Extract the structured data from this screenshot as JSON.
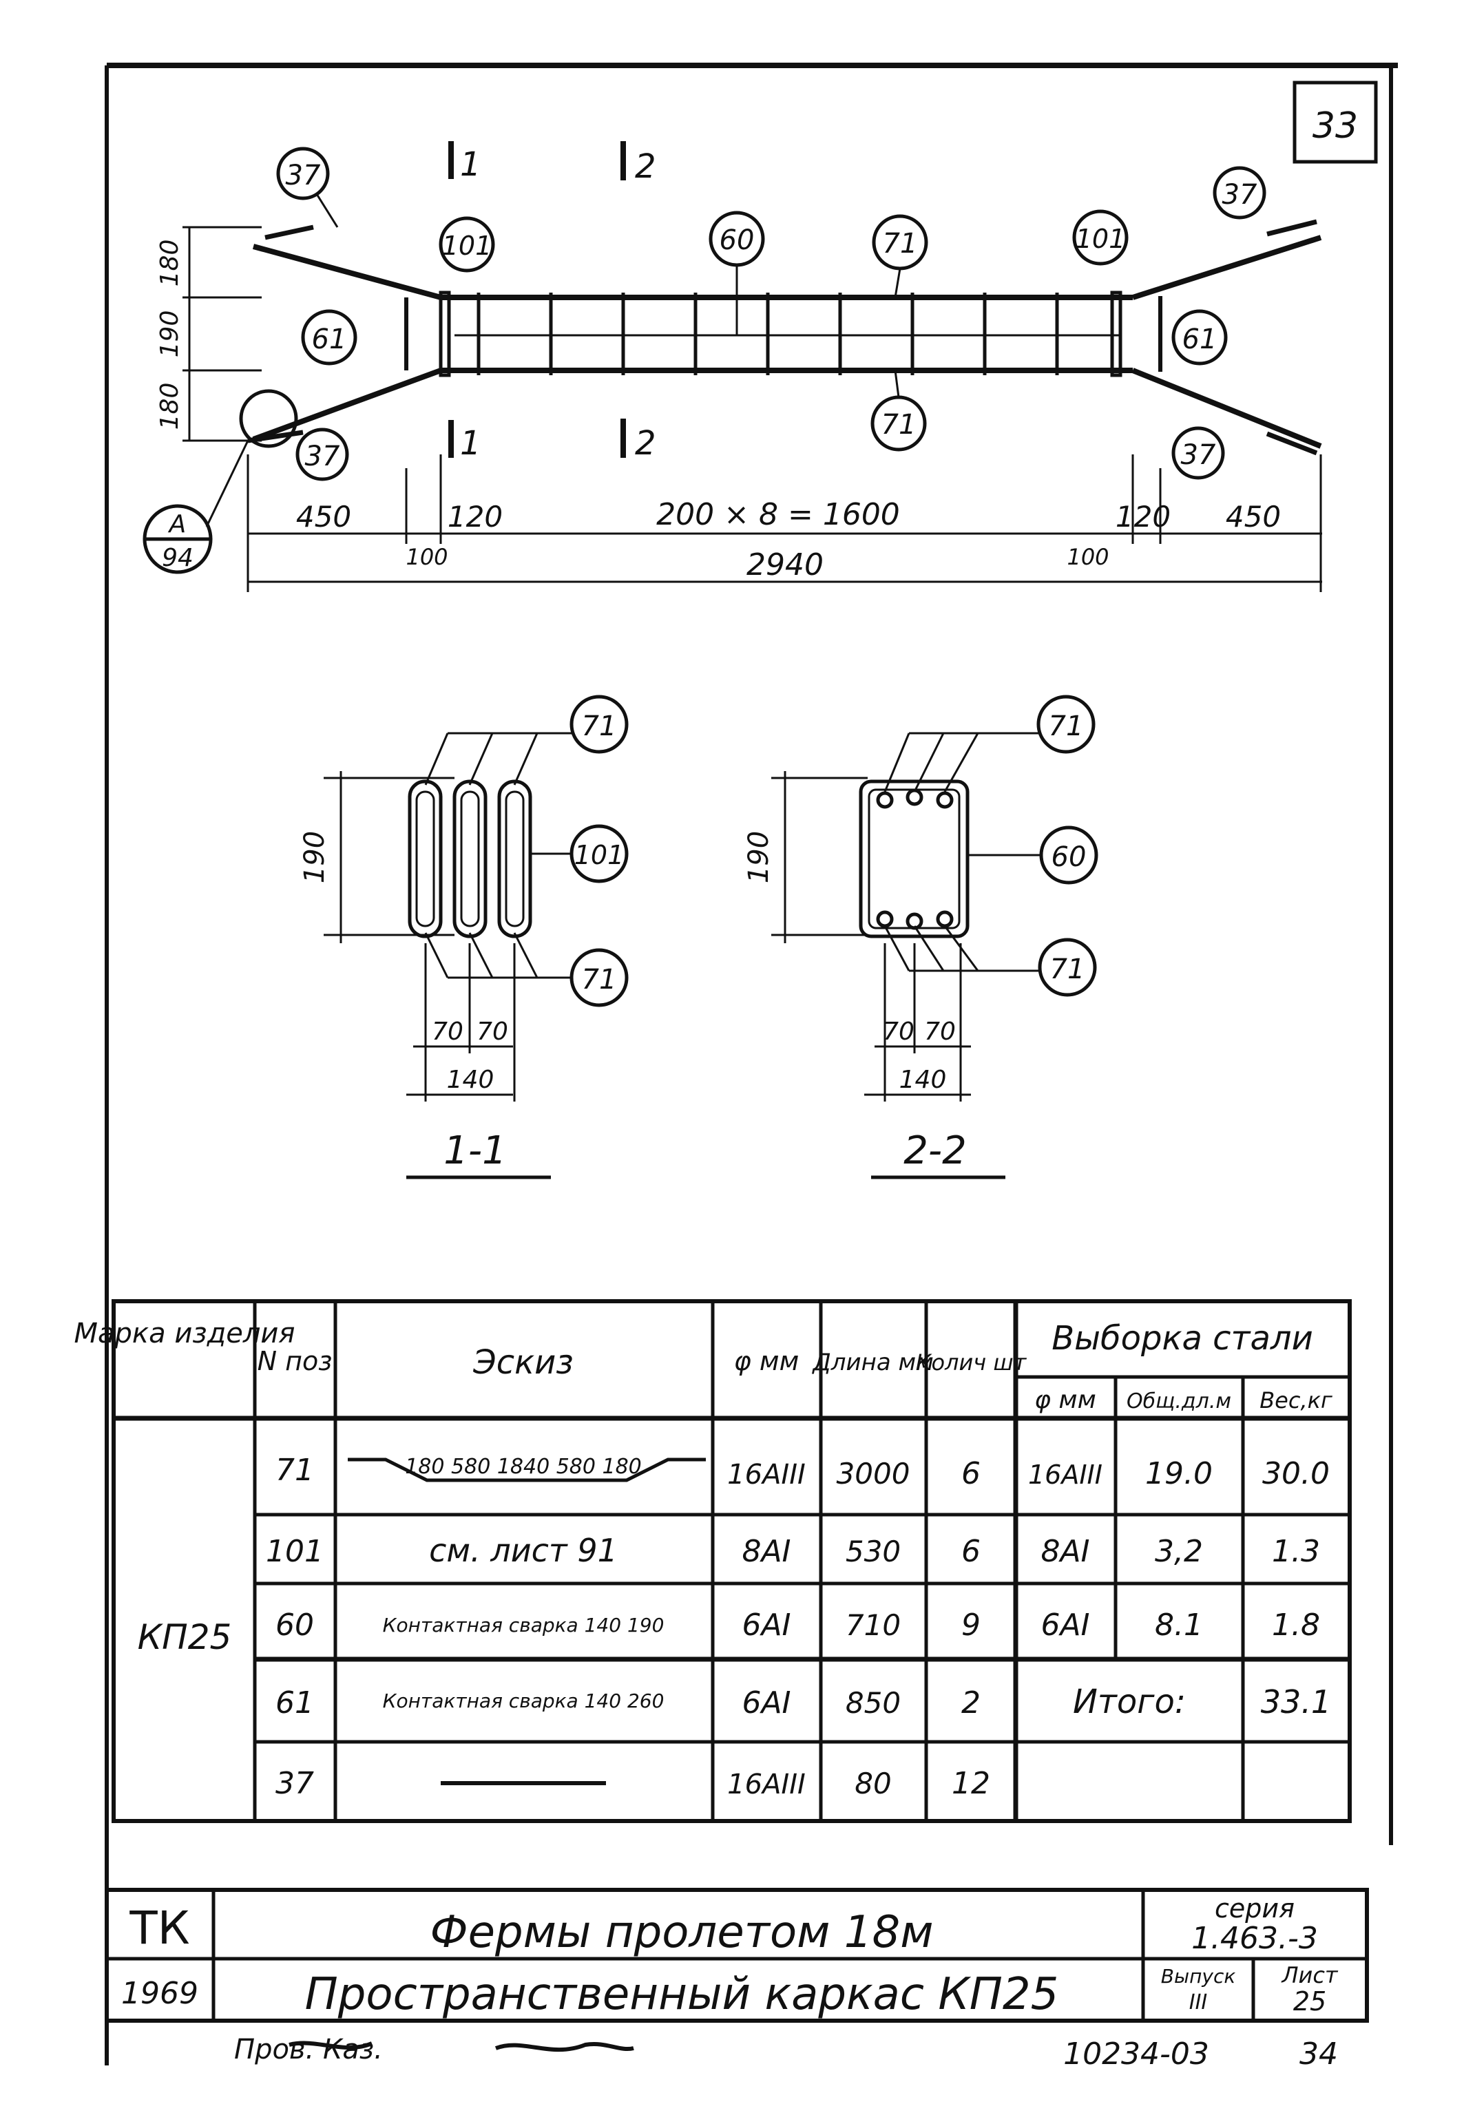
{
  "sheet_number": "33",
  "callouts": {
    "c37": "37",
    "c101": "101",
    "c60": "60",
    "c71": "71",
    "c61": "61"
  },
  "section_marks": {
    "s1": "1",
    "s2": "2"
  },
  "detail_ref": {
    "top": "А",
    "bottom": "94"
  },
  "elevation_dims": {
    "left_end": "450",
    "left_gap": "120",
    "middle": "200 × 8 = 1600",
    "right_gap": "120",
    "right_end": "450",
    "small_left": "100",
    "small_right": "100",
    "total": "2940",
    "h_top": "180",
    "h_mid": "190",
    "h_bot": "180"
  },
  "sections": {
    "s11": {
      "title": "1-1",
      "height": "190",
      "d1": "70",
      "d2": "70",
      "width": "140",
      "callout_top": "71",
      "callout_mid": "101",
      "callout_bot": "71"
    },
    "s22": {
      "title": "2-2",
      "height": "190",
      "d1": "70",
      "d2": "70",
      "width": "140",
      "callout_top": "71",
      "callout_mid": "60",
      "callout_bot": "71"
    }
  },
  "table": {
    "headers": {
      "mark": "Марка изделия",
      "pos": "N поз",
      "sketch": "Эскиз",
      "dia": "φ мм",
      "length": "Длина мм",
      "qty": "Колич шт",
      "steel": "Выборка стали",
      "steel_dia": "φ мм",
      "steel_total": "Общ.дл.м",
      "steel_weight": "Вес,кг"
    },
    "mark_value": "КП25",
    "rows": [
      {
        "pos": "71",
        "sketch": "180  580  1840  580  180",
        "dia": "16AIII",
        "length": "3000",
        "qty": "6"
      },
      {
        "pos": "101",
        "sketch": "см. лист 91",
        "dia": "8AI",
        "length": "530",
        "qty": "6"
      },
      {
        "pos": "60",
        "sketch": "Контактная сварка 140 190",
        "dia": "6AI",
        "length": "710",
        "qty": "9"
      },
      {
        "pos": "61",
        "sketch": "Контактная сварка 140 260",
        "dia": "6AI",
        "length": "850",
        "qty": "2"
      },
      {
        "pos": "37",
        "sketch": "",
        "dia": "16AIII",
        "length": "80",
        "qty": "12"
      }
    ],
    "steel_rows": [
      {
        "dia": "16AIII",
        "total": "19.0",
        "weight": "30.0"
      },
      {
        "dia": "8AI",
        "total": "3,2",
        "weight": "1.3"
      },
      {
        "dia": "6AI",
        "total": "8.1",
        "weight": "1.8"
      }
    ],
    "total_label": "Итого:",
    "total_value": "33.1"
  },
  "title_block": {
    "org": "ТК",
    "year": "1969",
    "title1": "Фермы пролетом 18м",
    "title2": "Пространственный каркас КП25",
    "series_label": "серия",
    "series_value": "1.463.-3",
    "issue_label": "Выпуск",
    "issue_value": "III",
    "sheet_label": "Лист",
    "sheet_value": "25"
  },
  "footer": {
    "signature": "Пров. Каз.",
    "code": "10234-03",
    "page": "34"
  }
}
